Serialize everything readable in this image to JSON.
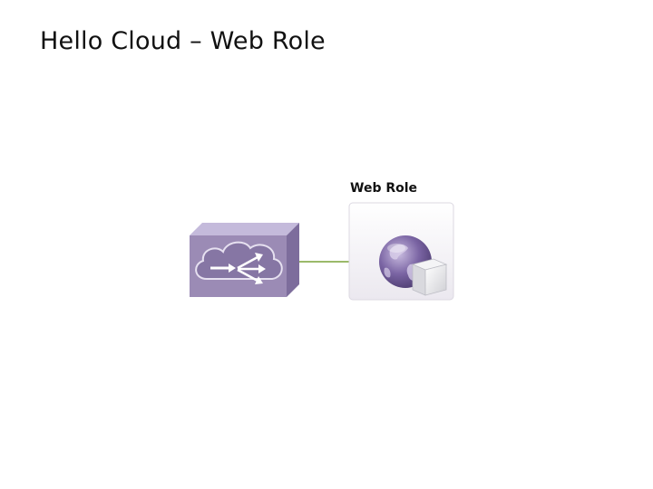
{
  "slide": {
    "title": "Hello Cloud – Web Role"
  },
  "diagram": {
    "nodes": [
      {
        "id": "load-balancer",
        "icon": "load-balancer-cloud-icon"
      },
      {
        "id": "web-role",
        "label": "Web Role",
        "icon": "globe-server-icon"
      }
    ],
    "edges": [
      {
        "from": "load-balancer",
        "to": "web-role"
      }
    ],
    "colors": {
      "router_face": "#9b8bb5",
      "router_top": "#c4badb",
      "router_side": "#7d6d9c",
      "connector": "#9bba6a",
      "globe": "#7a64a3",
      "tile_bg": "#f2f0f4"
    }
  }
}
